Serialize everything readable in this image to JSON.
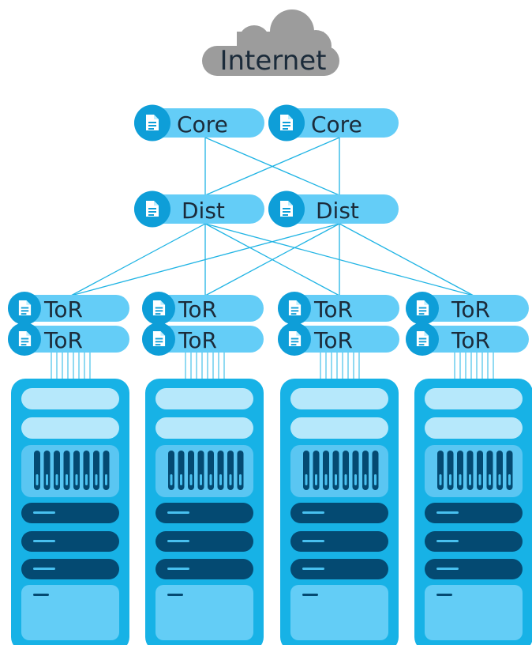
{
  "internet": {
    "label": "Internet"
  },
  "core": [
    {
      "label": "Core"
    },
    {
      "label": "Core"
    }
  ],
  "dist": [
    {
      "label": "Dist"
    },
    {
      "label": "Dist"
    }
  ],
  "tor": [
    {
      "label": "ToR"
    },
    {
      "label": "ToR"
    },
    {
      "label": "ToR"
    },
    {
      "label": "ToR"
    },
    {
      "label": "ToR"
    },
    {
      "label": "ToR"
    },
    {
      "label": "ToR"
    },
    {
      "label": "ToR"
    }
  ],
  "colors": {
    "cloud": "#9c9c9c",
    "node_pill": "#64cdf7",
    "node_icon_bg": "#0e9ed8",
    "link": "#20b4e4",
    "rack_frame": "#17b2e6",
    "rack_light": "#b6e8fb",
    "rack_dark": "#044a72"
  },
  "icons": {
    "node": "document-icon",
    "internet": "cloud-icon",
    "rack": "server-rack-icon"
  }
}
